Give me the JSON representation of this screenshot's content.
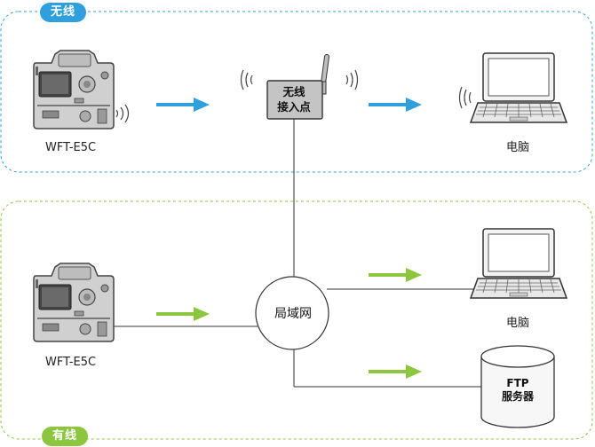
{
  "sections": {
    "wireless": {
      "label": "无线",
      "color": "#2fa0dd"
    },
    "wired": {
      "label": "有线",
      "color": "#8cc63e"
    }
  },
  "wireless_camera": {
    "label": "WFT-E5C",
    "icon": "camera-with-grip-icon"
  },
  "access_point": {
    "line1": "无线",
    "line2": "接入点",
    "icon": "access-point-icon"
  },
  "wireless_pc": {
    "label": "电脑",
    "icon": "laptop-icon"
  },
  "wired_camera": {
    "label": "WFT-E5C",
    "icon": "camera-with-grip-icon"
  },
  "lan": {
    "label": "局域网"
  },
  "wired_pc": {
    "label": "电脑",
    "icon": "laptop-icon"
  },
  "ftp_server": {
    "line1": "FTP",
    "line2": "服务器",
    "icon": "server-cylinder-icon"
  },
  "colors": {
    "wireless_arrow": "#2fa0dd",
    "wired_arrow": "#8cc63e",
    "line": "#333333"
  }
}
